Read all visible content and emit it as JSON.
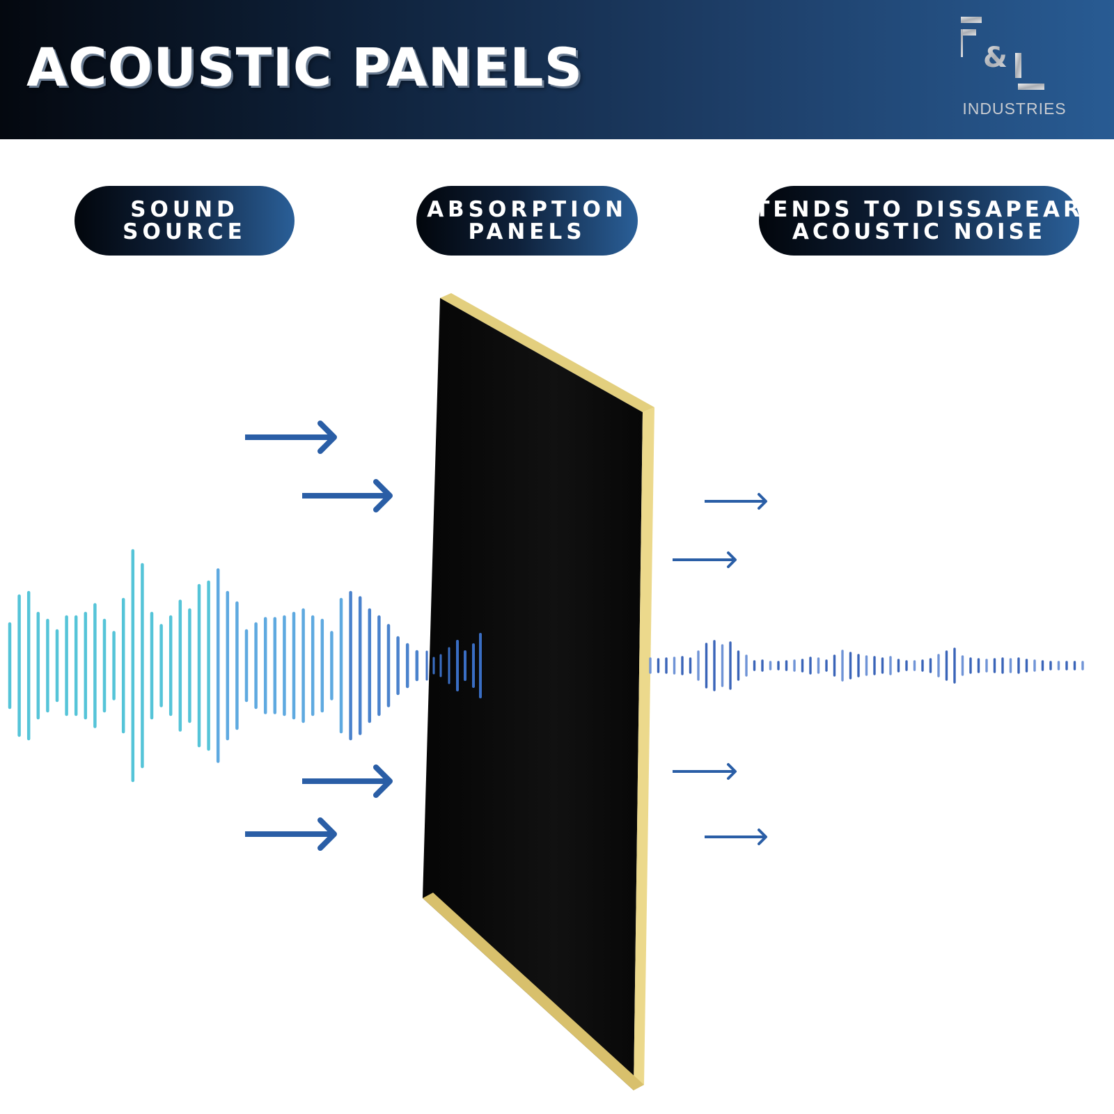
{
  "header": {
    "title": "ACOUSTIC PANELS",
    "logo": {
      "mark": "F&L",
      "caption": "INDUSTRIES"
    }
  },
  "labels": [
    {
      "line1": "SOUND",
      "line2": "SOURCE"
    },
    {
      "line1": "ABSORPTION",
      "line2": "PANELS"
    },
    {
      "line1": "TENDS TO DISSAPEAR",
      "line2": "ACOUSTIC NOISE"
    }
  ],
  "colors": {
    "header_dark": "#04080f",
    "header_light": "#285b93",
    "arrow": "#2a5ea6",
    "wave_cyan": "#4fc3d9",
    "wave_blue": "#3f73c8",
    "panel_face": "#0b0b0b",
    "panel_edge": "#ecd98c"
  },
  "icons": {
    "incoming": "arrow-right-icon",
    "outgoing": "arrow-right-icon"
  }
}
